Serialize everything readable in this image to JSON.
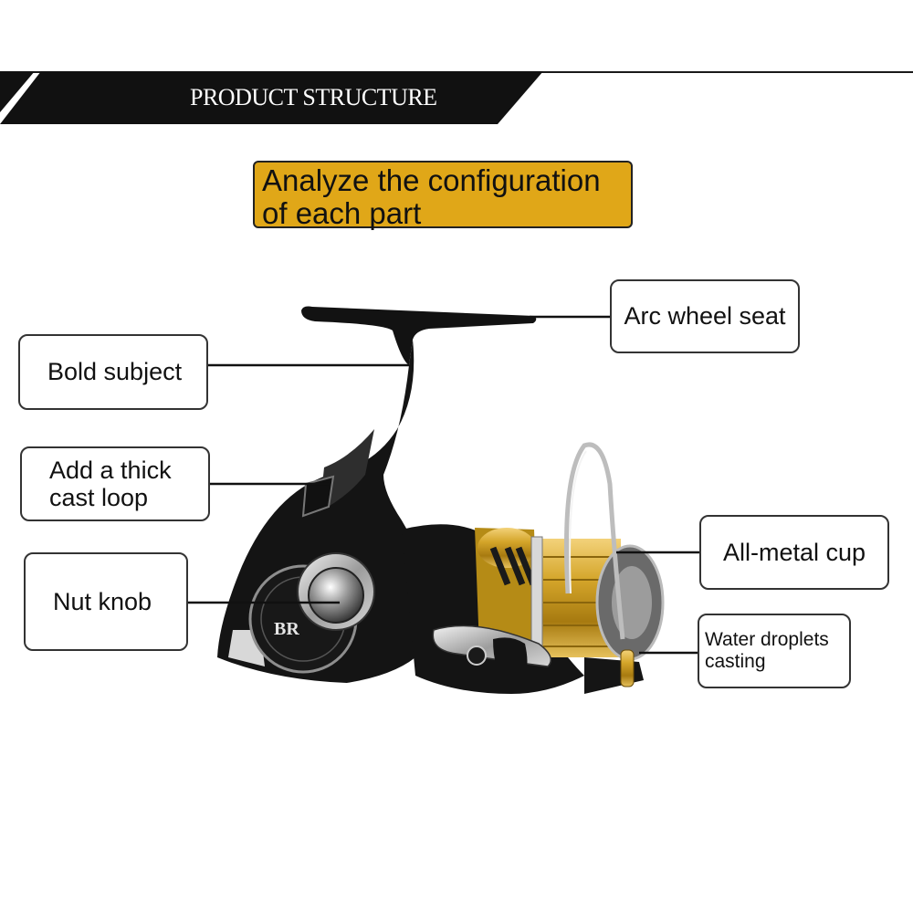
{
  "header": {
    "title": "PRODUCT STRUCTURE"
  },
  "subtitle": {
    "text": "Analyze the configuration\nof each part"
  },
  "callouts": {
    "bold_subject": "Bold subject",
    "thick_cast_loop": "Add a thick\ncast loop",
    "nut_knob": "Nut knob",
    "arc_wheel_seat": "Arc wheel seat",
    "all_metal_cup": "All-metal cup",
    "water_droplets": "Water droplets\ncasting"
  },
  "product_markings": {
    "body_logo": "BR"
  },
  "colors": {
    "banner": "#111111",
    "subtitle_bg": "#e0a718",
    "spool_gold": "#c89a1e",
    "reel_body": "#141414"
  }
}
